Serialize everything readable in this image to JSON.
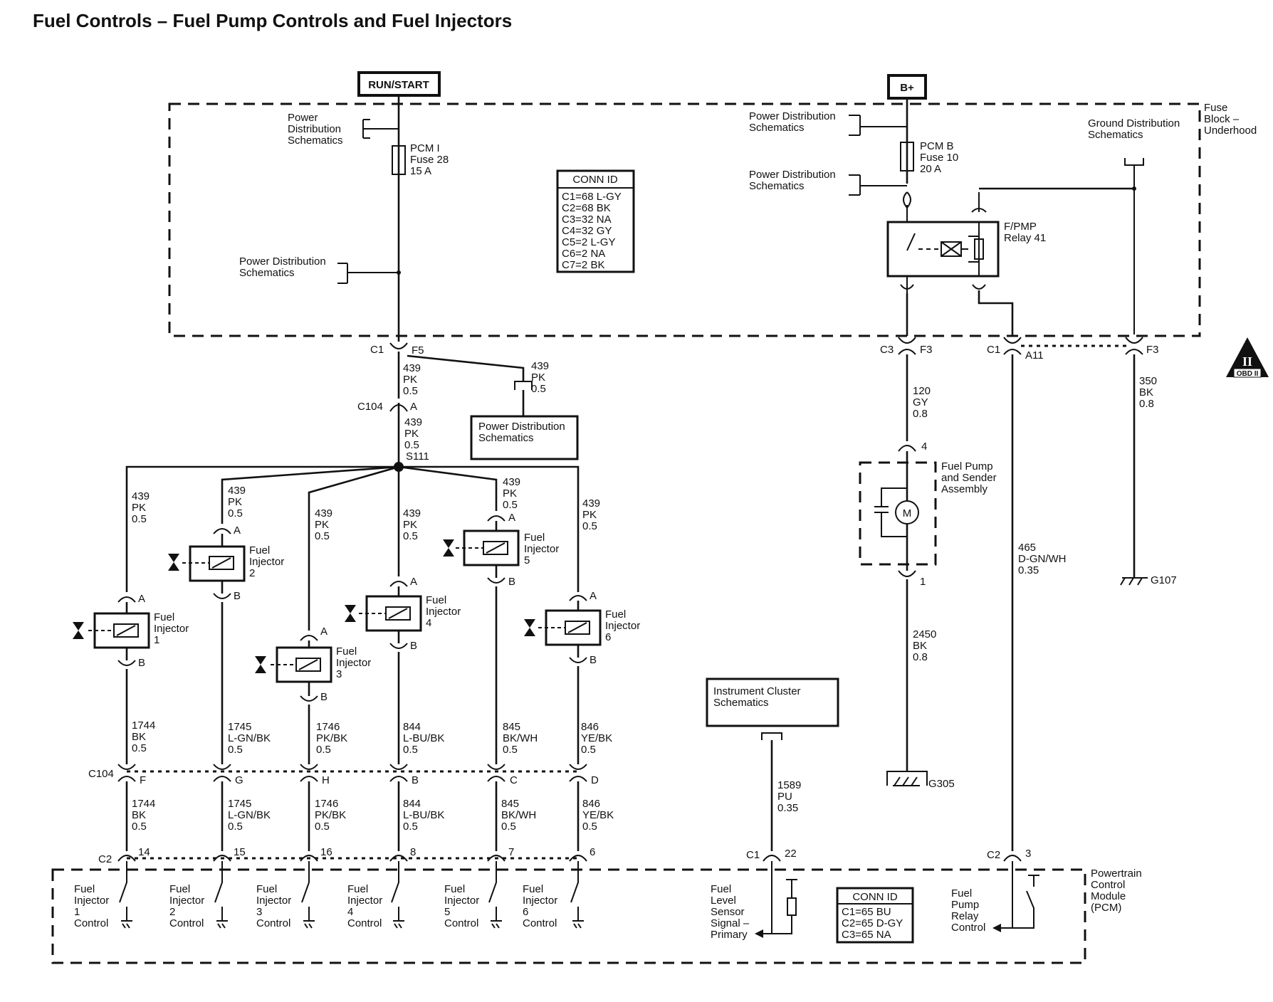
{
  "title": "Fuel Controls – Fuel Pump Controls and Fuel Injectors",
  "run_start": "RUN/START",
  "b_plus": "B+",
  "pds": "Power Distribution Schematics",
  "pds_line1": "Power",
  "pds_line2": "Distribution",
  "pds_line3": "Schematics",
  "pds_a": "Power Distribution",
  "pds_b": "Schematics",
  "gds_a": "Ground Distribution",
  "gds_b": "Schematics",
  "fuse_block": [
    "Fuse",
    "Block –",
    "Underhood"
  ],
  "pcm_i_fuse": [
    "PCM I",
    "Fuse 28",
    "15 A"
  ],
  "pcm_b_fuse": [
    "PCM B",
    "Fuse 10",
    "20 A"
  ],
  "relay": [
    "F/PMP",
    "Relay 41"
  ],
  "conn_id_top": {
    "title": "CONN ID",
    "rows": [
      "C1=68 L-GY",
      "C2=68 BK",
      "C3=32 NA",
      "C4=32 GY",
      "C5=2 L-GY",
      "C6=2 NA",
      "C7=2 BK"
    ]
  },
  "conn_id_pcm": {
    "title": "CONN ID",
    "rows": [
      "C1=65 BU",
      "C2=65 D-GY",
      "C3=65 NA"
    ]
  },
  "connectors": {
    "c1": "C1",
    "f5": "F5",
    "c104": "C104",
    "a": "A",
    "s111": "S111",
    "c3": "C3",
    "f3": "F3",
    "a11": "A11",
    "c2": "C2",
    "pin22": "22",
    "pin3": "3",
    "pin4": "4",
    "pin1": "1",
    "pinB": "B"
  },
  "wire_439": [
    "439",
    "PK",
    "0.5"
  ],
  "wire_120": [
    "120",
    "GY",
    "0.8"
  ],
  "wire_350": [
    "350",
    "BK",
    "0.8"
  ],
  "wire_465": [
    "465",
    "D-GN/WH",
    "0.35"
  ],
  "wire_2450": [
    "2450",
    "BK",
    "0.8"
  ],
  "wire_1589": [
    "1589",
    "PU",
    "0.35"
  ],
  "grounds": {
    "g107": "G107",
    "g305": "G305"
  },
  "pump": [
    "Fuel Pump",
    "and Sender",
    "Assembly"
  ],
  "motor": "M",
  "instrument": [
    "Instrument Cluster",
    "Schematics"
  ],
  "obd": "OBD II",
  "obd_mark": "II",
  "injectors": [
    {
      "name": [
        "Fuel",
        "Injector",
        "1"
      ],
      "wire": [
        "1744",
        "BK",
        "0.5"
      ],
      "c104_pin": "F",
      "c2_pin": "14",
      "ctrl": [
        "Fuel",
        "Injector",
        "1",
        "Control"
      ]
    },
    {
      "name": [
        "Fuel",
        "Injector",
        "2"
      ],
      "wire": [
        "1745",
        "L-GN/BK",
        "0.5"
      ],
      "c104_pin": "G",
      "c2_pin": "15",
      "ctrl": [
        "Fuel",
        "Injector",
        "2",
        "Control"
      ]
    },
    {
      "name": [
        "Fuel",
        "Injector",
        "3"
      ],
      "wire": [
        "1746",
        "PK/BK",
        "0.5"
      ],
      "c104_pin": "H",
      "c2_pin": "16",
      "ctrl": [
        "Fuel",
        "Injector",
        "3",
        "Control"
      ]
    },
    {
      "name": [
        "Fuel",
        "Injector",
        "4"
      ],
      "wire": [
        "844",
        "L-BU/BK",
        "0.5"
      ],
      "c104_pin": "B",
      "c2_pin": "8",
      "ctrl": [
        "Fuel",
        "Injector",
        "4",
        "Control"
      ]
    },
    {
      "name": [
        "Fuel",
        "Injector",
        "5"
      ],
      "wire": [
        "845",
        "BK/WH",
        "0.5"
      ],
      "c104_pin": "C",
      "c2_pin": "7",
      "ctrl": [
        "Fuel",
        "Injector",
        "5",
        "Control"
      ]
    },
    {
      "name": [
        "Fuel",
        "Injector",
        "6"
      ],
      "wire": [
        "846",
        "YE/BK",
        "0.5"
      ],
      "c104_pin": "D",
      "c2_pin": "6",
      "ctrl": [
        "Fuel",
        "Injector",
        "6",
        "Control"
      ]
    }
  ],
  "pcm_labels": {
    "level": [
      "Fuel",
      "Level",
      "Sensor",
      "Signal –",
      "Primary"
    ],
    "pump_ctrl": [
      "Fuel",
      "Pump",
      "Relay",
      "Control"
    ],
    "pcm": [
      "Powertrain",
      "Control",
      "Module",
      "(PCM)"
    ]
  }
}
